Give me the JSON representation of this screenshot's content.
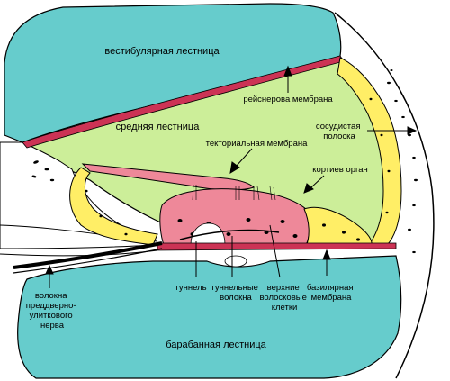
{
  "labels": {
    "scala_vestibuli": "вестибулярная лестница",
    "reissner_membrane": "рейснерова мембрана",
    "scala_media": "средняя лестница",
    "stria_vascularis": [
      "сосудистая",
      "полоска"
    ],
    "tectorial_membrane": "текториальная мембрана",
    "organ_of_corti": "кортиев орган",
    "tunnel": "туннель",
    "tunnel_fibers": [
      "туннельные",
      "волокна"
    ],
    "hair_cells": [
      "верхние",
      "волосковые",
      "клетки"
    ],
    "basilar_membrane": [
      "базилярная",
      "мембрана"
    ],
    "nerve_fibers": [
      "волокна",
      "преддверно-",
      "улиткового",
      "нерва"
    ],
    "scala_tympani": "барабанная лестница"
  },
  "colors": {
    "fluid_cyan": "#66cccc",
    "endolymph_green": "#ccee99",
    "membrane_red": "#cc3355",
    "organ_pink": "#ee8899",
    "support_yellow": "#ffee66",
    "tissue_white": "#ffffff",
    "outline": "#000000"
  }
}
